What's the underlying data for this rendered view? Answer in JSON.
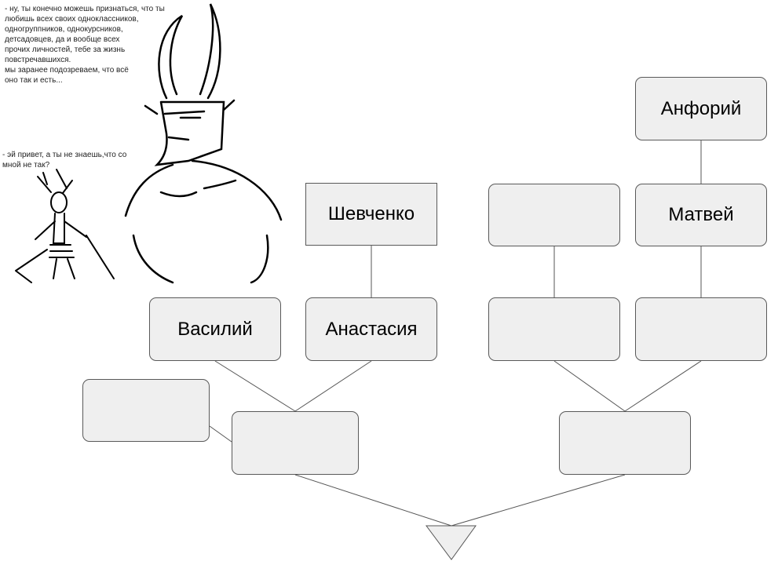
{
  "speech": {
    "demon_lines": [
      "- ну, ты конечно можешь признаться, что ты",
      "любишь всех своих одноклассников,",
      "одногруппников, однокурсников,",
      "детсадовцев, да и вообще всех",
      "прочих личностей, тебе за жизнь",
      "повстречавшихся.",
      "мы заранее подозреваем, что всё",
      "оно так и есть..."
    ],
    "girl_lines": [
      "- эй привет, а ты не знаешь,что со",
      "мной не так?"
    ]
  },
  "tree": {
    "anforiy": "Анфорий",
    "matvey": "Матвей",
    "shevchenko": "Шевченко",
    "vasiliy": "Василий",
    "anastasia": "Анастасия"
  }
}
